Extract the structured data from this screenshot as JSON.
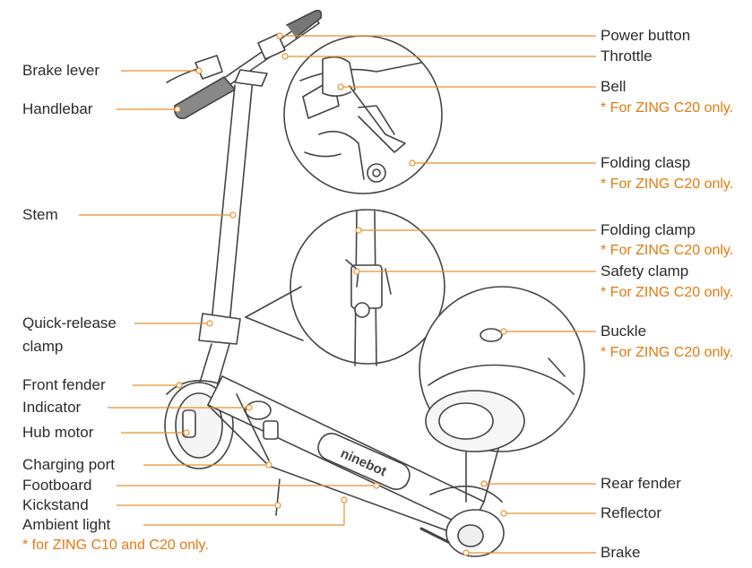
{
  "colors": {
    "leader": "#e8912d",
    "note": "#e07b10",
    "text": "#2b2b2b",
    "line": "#444444"
  },
  "left_labels": {
    "brake_lever": "Brake lever",
    "handlebar": "Handlebar",
    "stem": "Stem",
    "quick_release_1": "Quick-release",
    "quick_release_2": "clamp",
    "front_fender": "Front fender",
    "indicator": "Indicator",
    "hub_motor": "Hub motor",
    "charging_port": "Charging port",
    "footboard": "Footboard",
    "kickstand": "Kickstand",
    "ambient_light": "Ambient light",
    "ambient_note": "* for ZING C10 and C20 only."
  },
  "right_labels": {
    "power_button": "Power button",
    "throttle": "Throttle",
    "bell": "Bell",
    "bell_note": "* For ZING C20 only.",
    "folding_clasp": "Folding clasp",
    "folding_clasp_note": "* For ZING C20 only.",
    "folding_clamp": "Folding clamp",
    "folding_clamp_note": "* For ZING C20 only.",
    "safety_clamp": "Safety clamp",
    "safety_clamp_note": "* For ZING C20 only.",
    "buckle": "Buckle",
    "buckle_note": "* For ZING C20 only.",
    "rear_fender": "Rear fender",
    "reflector": "Reflector",
    "brake": "Brake"
  },
  "footboard_logo": "ninebot"
}
